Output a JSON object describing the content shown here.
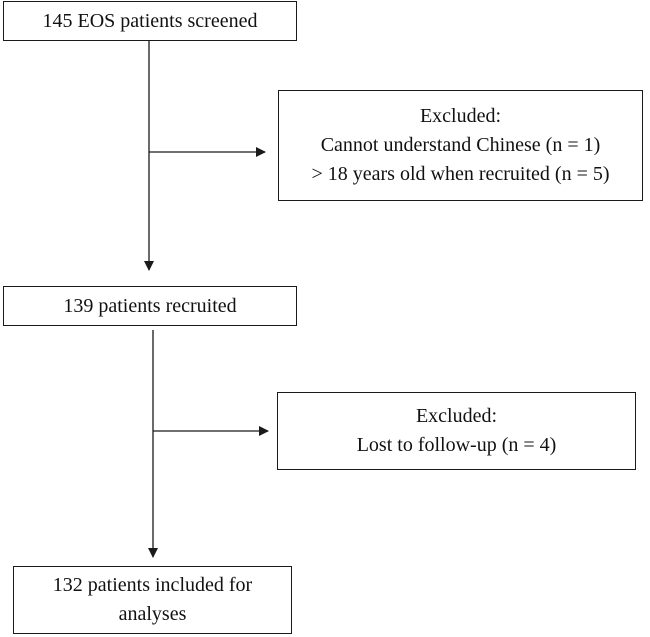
{
  "nodes": {
    "screened": {
      "lines": [
        "145 EOS patients screened"
      ]
    },
    "excluded_1": {
      "lines": [
        "Excluded:",
        "Cannot understand Chinese (n = 1)",
        "> 18 years old when recruited (n = 5)"
      ]
    },
    "recruited": {
      "lines": [
        "139 patients recruited"
      ]
    },
    "excluded_2": {
      "lines": [
        "Excluded:",
        "Lost to follow-up (n = 4)"
      ]
    },
    "analyses": {
      "lines": [
        "132 patients included for",
        "analyses"
      ]
    }
  },
  "edges": [
    {
      "from": "screened",
      "to": "recruited"
    },
    {
      "from": "screened",
      "to": "excluded_1"
    },
    {
      "from": "recruited",
      "to": "analyses"
    },
    {
      "from": "recruited",
      "to": "excluded_2"
    }
  ]
}
